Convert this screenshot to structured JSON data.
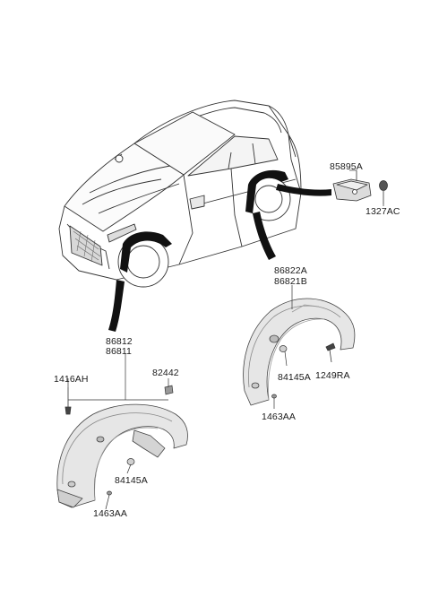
{
  "part_labels": {
    "p85895A": "85895A",
    "p1327AC": "1327AC",
    "p86822A": "86822A",
    "p86821B": "86821B",
    "p84145A_right": "84145A",
    "p1249RA": "1249RA",
    "p1463AA_right": "1463AA",
    "p86812": "86812",
    "p86811": "86811",
    "p1416AH": "1416AH",
    "p82442": "82442",
    "p84145A_left": "84145A",
    "p1463AA_left": "1463AA"
  },
  "colors": {
    "line": "#2a2a2a",
    "part_fill": "#e4e4e4",
    "part_shade": "#c8c8c8",
    "highlight": "#111111"
  }
}
